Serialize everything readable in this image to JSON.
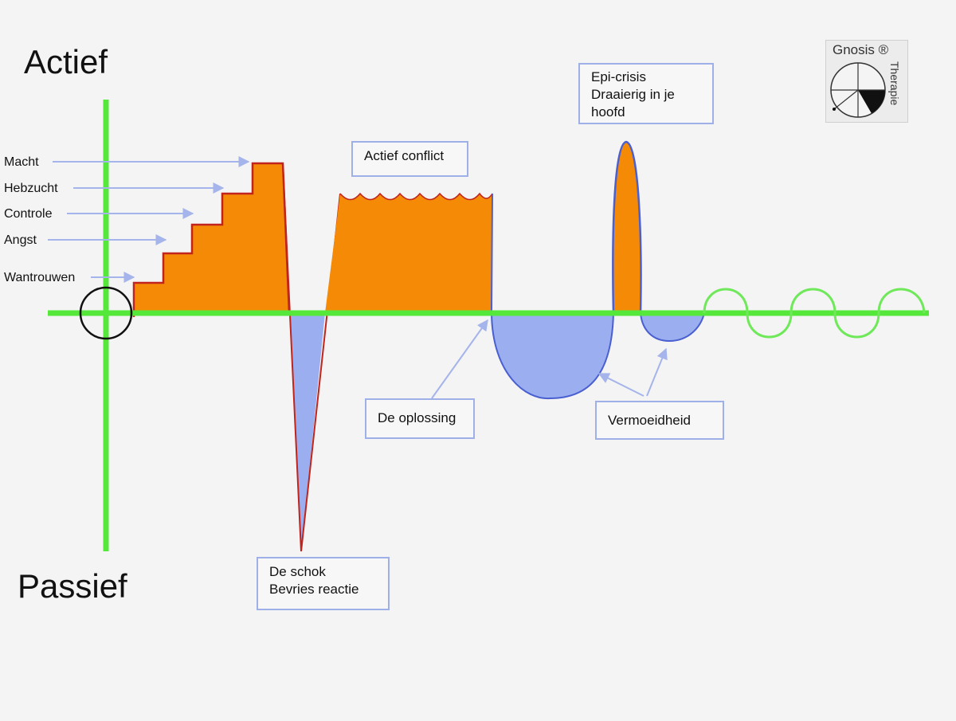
{
  "axis": {
    "top_label": "Actief",
    "bottom_label": "Passief"
  },
  "stair_labels": [
    "Macht",
    "Hebzucht",
    "Controle",
    "Angst",
    "Wantrouwen"
  ],
  "callouts": {
    "actief_conflict": "Actief conflict",
    "epi_crisis": [
      "Epi-crisis",
      "Draaierig in je",
      "hoofd"
    ],
    "de_oplossing": "De oplossing",
    "vermoeidheid": "Vermoeidheid",
    "de_schok": [
      "De schok",
      "Bevries reactie"
    ]
  },
  "logo": {
    "name": "Gnosis ®",
    "subtitle": "Therapie"
  },
  "colors": {
    "axis_green": "#55e83a",
    "wave_green": "#6fe85a",
    "active_orange": "#f58a07",
    "active_outline": "#c0241c",
    "passive_blue": "#9aaef0",
    "passive_outline": "#4a5fd0",
    "arrow_blue": "#a5b4ea",
    "callout_border": "#9fb0e8"
  }
}
